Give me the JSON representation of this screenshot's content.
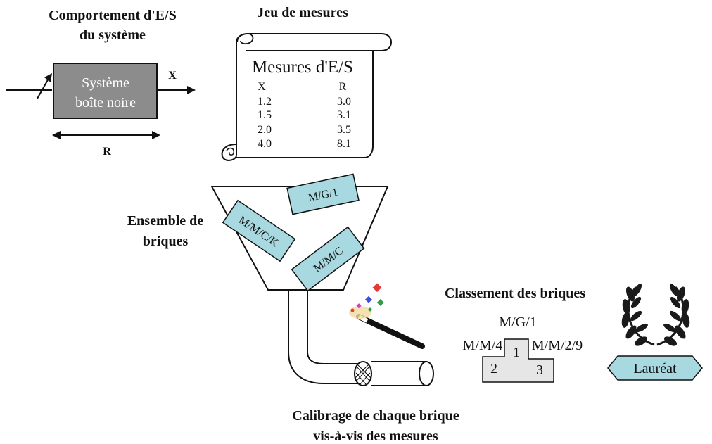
{
  "io_behavior": {
    "title_line1": "Comportement d'E/S",
    "title_line2": "du système",
    "box_line1": "Système",
    "box_line2": "boîte noire",
    "output_label": "X",
    "width_label": "R"
  },
  "measures": {
    "heading": "Jeu de mesures",
    "scroll_title": "Mesures d'E/S",
    "col_x": "X",
    "col_r": "R",
    "rows": [
      {
        "x": "1.2",
        "r": "3.0"
      },
      {
        "x": "1.5",
        "r": "3.1"
      },
      {
        "x": "2.0",
        "r": "3.5"
      },
      {
        "x": "4.0",
        "r": "8.1"
      }
    ]
  },
  "bricks": {
    "label_line1": "Ensemble de",
    "label_line2": "briques",
    "items": [
      "M/G/1",
      "M/M/C/K",
      "M/M/C"
    ]
  },
  "ranking": {
    "heading": "Classement des briques",
    "first": "M/G/1",
    "second": "M/M/4",
    "third": "M/M/2/9",
    "pos1": "1",
    "pos2": "2",
    "pos3": "3"
  },
  "winner": {
    "label": "Lauréat"
  },
  "calibration": {
    "line1": "Calibrage de chaque brique",
    "line2": "vis-à-vis des mesures"
  },
  "colors": {
    "box_fill": "#8c8c8c",
    "brick_fill": "#a8d8e0",
    "podium_fill": "#e6e6e6",
    "laurel": "#1a1a1a"
  }
}
